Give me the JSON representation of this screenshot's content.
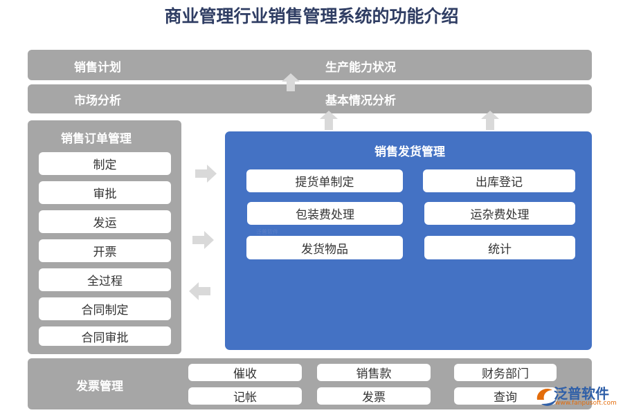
{
  "title": "商业管理行业销售管理系统的功能介绍",
  "top_bar_1": {
    "left": "销售计划",
    "center": "生产能力状况"
  },
  "top_bar_2": {
    "left": "市场分析",
    "center": "基本情况分析"
  },
  "sales_order": {
    "title": "销售订单管理",
    "items": [
      "制定",
      "审批",
      "发运",
      "开票",
      "全过程",
      "合同制定",
      "合同审批"
    ]
  },
  "delivery": {
    "title": "销售发货管理",
    "items": [
      "提货单制定",
      "出库登记",
      "包装费处理",
      "运杂费处理",
      "发货物品",
      "统计"
    ]
  },
  "invoice": {
    "title": "发票管理",
    "items": [
      "催收",
      "销售款",
      "财务部门",
      "记帐",
      "发票",
      "查询"
    ]
  },
  "logo": {
    "name": "泛普软件",
    "url": "www.fanpusoft.com"
  },
  "watermark": "泛普软件",
  "colors": {
    "gray": "#a6a6a6",
    "blue": "#4472c4",
    "title": "#2f3d63"
  }
}
